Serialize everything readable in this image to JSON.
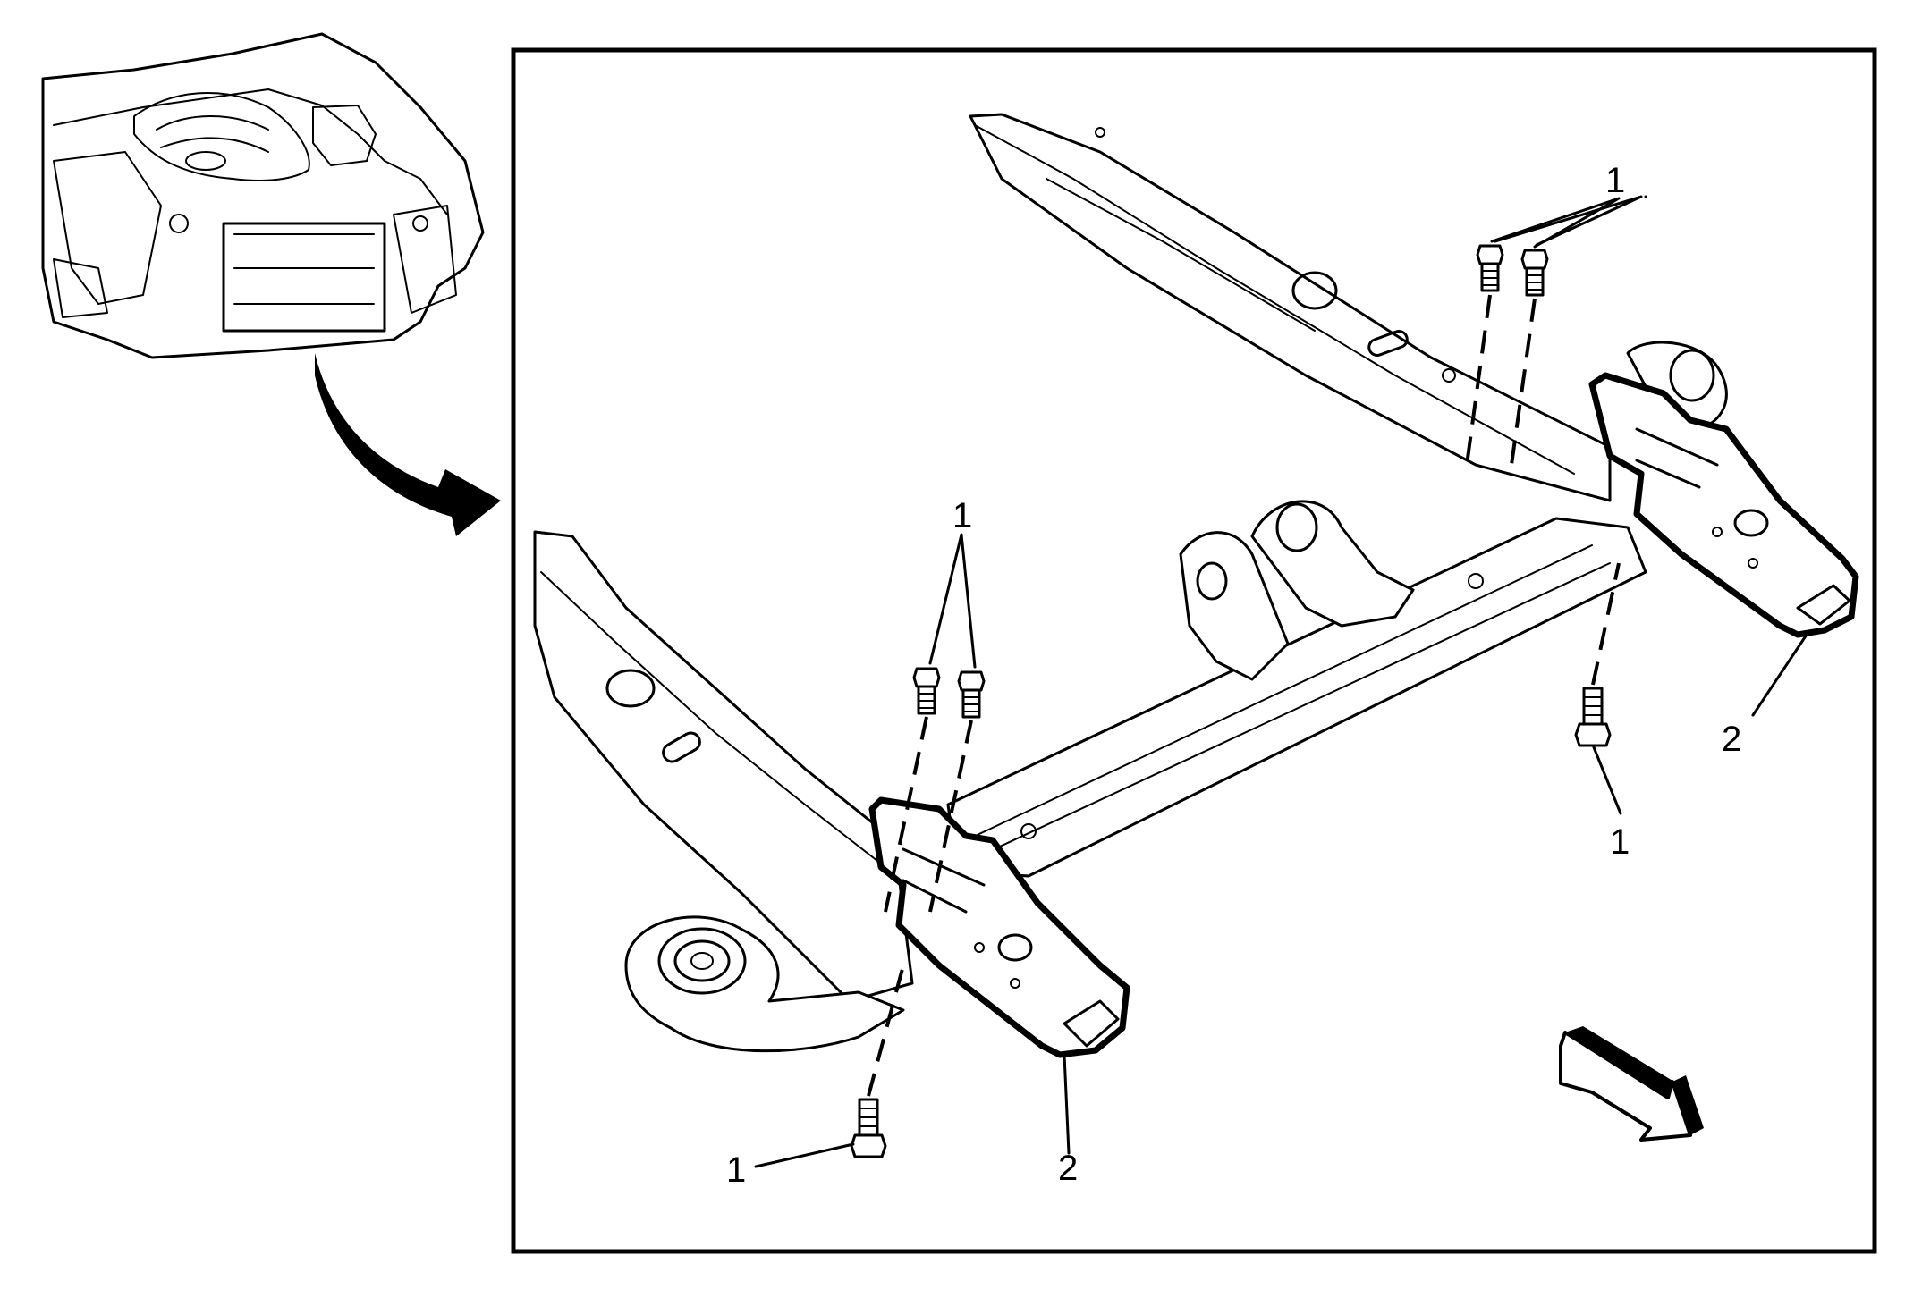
{
  "diagram": {
    "callouts": {
      "bolts_upper_left": "1",
      "bolts_upper_right": "1",
      "bolt_lower_left": "1",
      "bolt_lower_right": "1",
      "bracket_left": "2",
      "bracket_right": "2"
    },
    "colors": {
      "line": "#000000",
      "background": "#ffffff"
    },
    "icons": [
      "vehicle-front-icon",
      "curved-arrow-icon",
      "direction-arrow-icon"
    ]
  }
}
